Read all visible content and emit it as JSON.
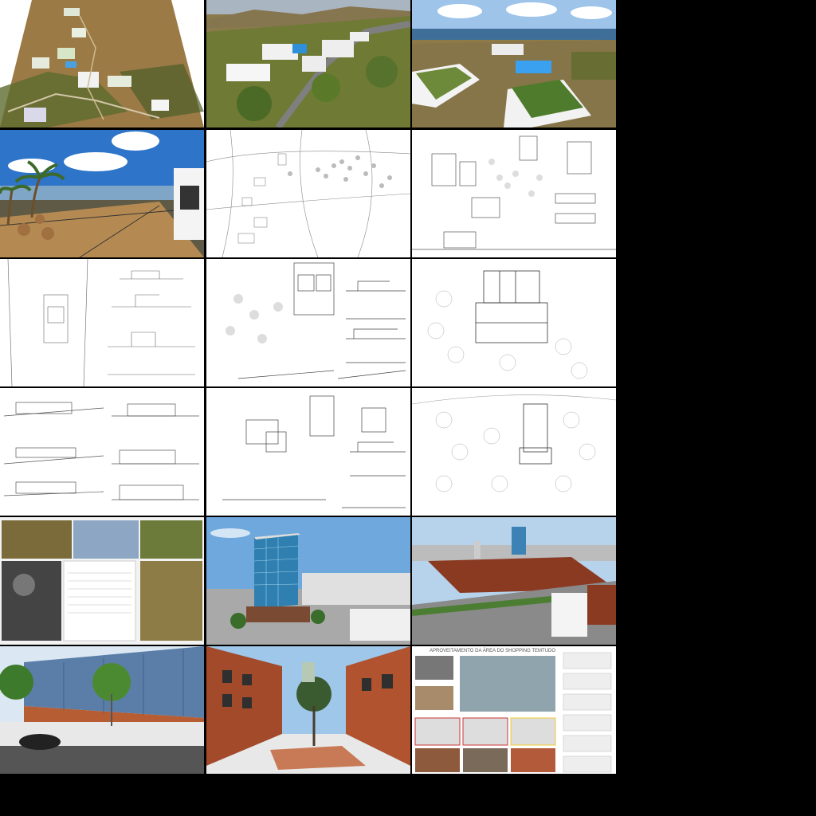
{
  "gallery": {
    "background": "#000000",
    "tiles": [
      {
        "kind": "render",
        "subject": "aerial-site-plan-model"
      },
      {
        "kind": "render",
        "subject": "aerial-villas-with-pools"
      },
      {
        "kind": "render",
        "subject": "aerial-green-roof-buildings-sea"
      },
      {
        "kind": "render",
        "subject": "terrace-with-palms-and-tables"
      },
      {
        "kind": "drawing",
        "subject": "site-plan"
      },
      {
        "kind": "drawing",
        "subject": "floor-plans-and-sections"
      },
      {
        "kind": "drawing",
        "subject": "plan-and-elevations"
      },
      {
        "kind": "drawing",
        "subject": "plan-and-sections"
      },
      {
        "kind": "drawing",
        "subject": "hotel-plan"
      },
      {
        "kind": "drawing",
        "subject": "elevations-and-sections"
      },
      {
        "kind": "drawing",
        "subject": "pool-plan-and-sections"
      },
      {
        "kind": "drawing",
        "subject": "landscape-plan"
      },
      {
        "kind": "board",
        "subject": "presentation-board"
      },
      {
        "kind": "render",
        "subject": "glass-tower"
      },
      {
        "kind": "render",
        "subject": "urban-aerial-brick-blocks"
      },
      {
        "kind": "render",
        "subject": "street-with-blue-facade"
      },
      {
        "kind": "render",
        "subject": "pedestrian-street-brick"
      },
      {
        "kind": "board",
        "subject": "shopping-board"
      }
    ],
    "board_title": "APROVEITAMENTO DA ÁREA DO SHOPPING TEMTUDO"
  }
}
